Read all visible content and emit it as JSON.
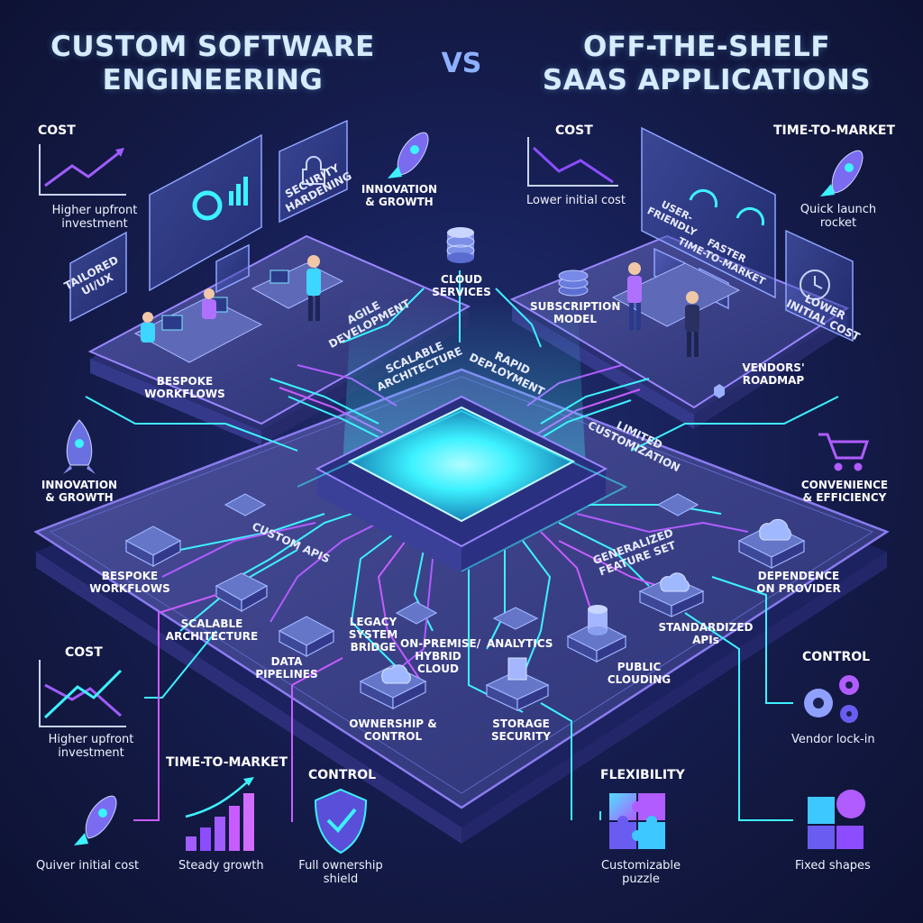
{
  "title": {
    "left_line1": "CUSTOM SOFTWARE",
    "left_line2": "ENGINEERING",
    "vs": "VS",
    "right_line1": "OFF-THE-SHELF",
    "right_line2": "SAAS APPLICATIONS"
  },
  "left_panel": {
    "cost_heading": "COST",
    "cost_note_1": "Higher upfront",
    "cost_note_2": "investment",
    "tailored_1": "TAILORED",
    "tailored_2": "UI/UX",
    "security_1": "SECURITY",
    "security_2": "HARDENING",
    "innovation_1": "INNOVATION",
    "innovation_2": "& GROWTH",
    "agile_1": "AGILE",
    "agile_2": "DEVELOPMENT",
    "bespoke_1": "BESPOKE",
    "bespoke_2": "WORKFLOWS"
  },
  "center_top": {
    "cloud_1": "CLOUD",
    "cloud_2": "SERVICES",
    "scalable_1": "SCALABLE",
    "scalable_2": "ARCHITECTURE",
    "rapid_1": "RAPID",
    "rapid_2": "DEPLOYMENT"
  },
  "right_panel": {
    "cost_heading": "COST",
    "cost_note": "Lower initial cost",
    "ttm_heading": "TIME-TO-MARKET",
    "ttm_note_1": "Quick launch",
    "ttm_note_2": "rocket",
    "user_1": "USER-",
    "user_2": "FRIENDLY",
    "faster_1": "FASTER",
    "faster_2": "TIME-TO-MARKET",
    "lower_1": "LOWER",
    "lower_2": "INITIAL COST",
    "subscription_1": "SUBSCRIPTION",
    "subscription_2": "MODEL",
    "vendors_1": "VENDORS'",
    "vendors_2": "ROADMAP"
  },
  "side": {
    "left_innovation_1": "INNOVATION",
    "left_innovation_2": "& GROWTH",
    "limited_1": "LIMITED",
    "limited_2": "CUSTOMIZATION",
    "convenience_1": "CONVENIENCE",
    "convenience_2": "& EFFICIENCY"
  },
  "board": {
    "bespoke_1": "BESPOKE",
    "bespoke_2": "WORKFLOWS",
    "custom_apis": "CUSTOM APIS",
    "scalable_1": "SCALABLE",
    "scalable_2": "ARCHITECTURE",
    "legacy_1": "LEGACY",
    "legacy_2": "SYSTEM",
    "legacy_3": "BRIDGE",
    "data_1": "DATA",
    "data_2": "PIPELINES",
    "onprem_1": "ON-PREMISE/",
    "onprem_2": "HYBRID",
    "onprem_3": "CLOUD",
    "analytics": "ANALYTICS",
    "ownership_1": "OWNERSHIP &",
    "ownership_2": "CONTROL",
    "storage_1": "STORAGE",
    "storage_2": "SECURITY",
    "public_1": "PUBLIC",
    "public_2": "CLOUDING",
    "standardized_1": "STANDARDIZED",
    "standardized_2": "APIs",
    "generalized_1": "GENERALIZED",
    "generalized_2": "FEATURE SET",
    "dependence_1": "DEPENDENCE",
    "dependence_2": "ON PROVIDER"
  },
  "bottom": {
    "cost_heading": "COST",
    "cost_note_1": "Higher upfront",
    "cost_note_2": "investment",
    "ttm_heading": "TIME-TO-MARKET",
    "rocket_note": "Quiver initial cost",
    "growth_note": "Steady growth",
    "control_heading": "CONTROL",
    "control_note_1": "Full ownership",
    "control_note_2": "shield",
    "flex_heading": "FLEXIBILITY",
    "flex_note_1": "Customizable",
    "flex_note_2": "puzzle",
    "fixed_note": "Fixed shapes",
    "right_control_heading": "CONTROL",
    "lockin_note": "Vendor lock-in"
  },
  "colors": {
    "background": "#141a3f",
    "cyan_glow": "#3df2ff",
    "purple": "#a05cff",
    "magenta": "#c85cff",
    "panel": "#3a4484"
  }
}
